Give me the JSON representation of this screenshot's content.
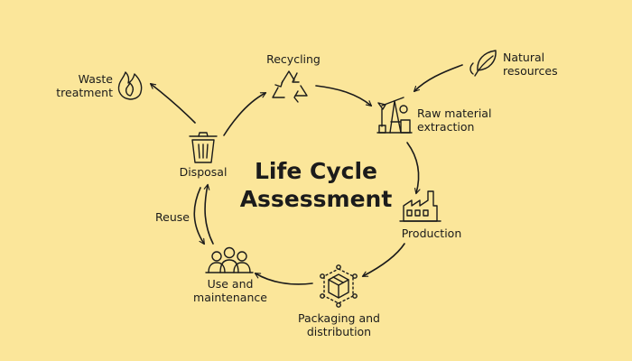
{
  "colors": {
    "background": "#fbe69a",
    "ink": "#1b1b1b"
  },
  "title": "Life Cycle\nAssessment",
  "nodes": {
    "recycling": {
      "label": "Recycling",
      "icon": "recycle-icon"
    },
    "natural_resources": {
      "label": "Natural\nresources",
      "icon": "leaf-icon"
    },
    "raw_material": {
      "label": "Raw material\nextraction",
      "icon": "oil-pump-icon"
    },
    "production": {
      "label": "Production",
      "icon": "factory-icon"
    },
    "packaging": {
      "label": "Packaging and\ndistribution",
      "icon": "box-icon"
    },
    "use": {
      "label": "Use and\nmaintenance",
      "icon": "people-icon"
    },
    "disposal": {
      "label": "Disposal",
      "icon": "trash-bin-icon"
    },
    "waste": {
      "label": "Waste\ntreatment",
      "icon": "flame-icon"
    },
    "reuse": {
      "label": "Reuse"
    }
  }
}
